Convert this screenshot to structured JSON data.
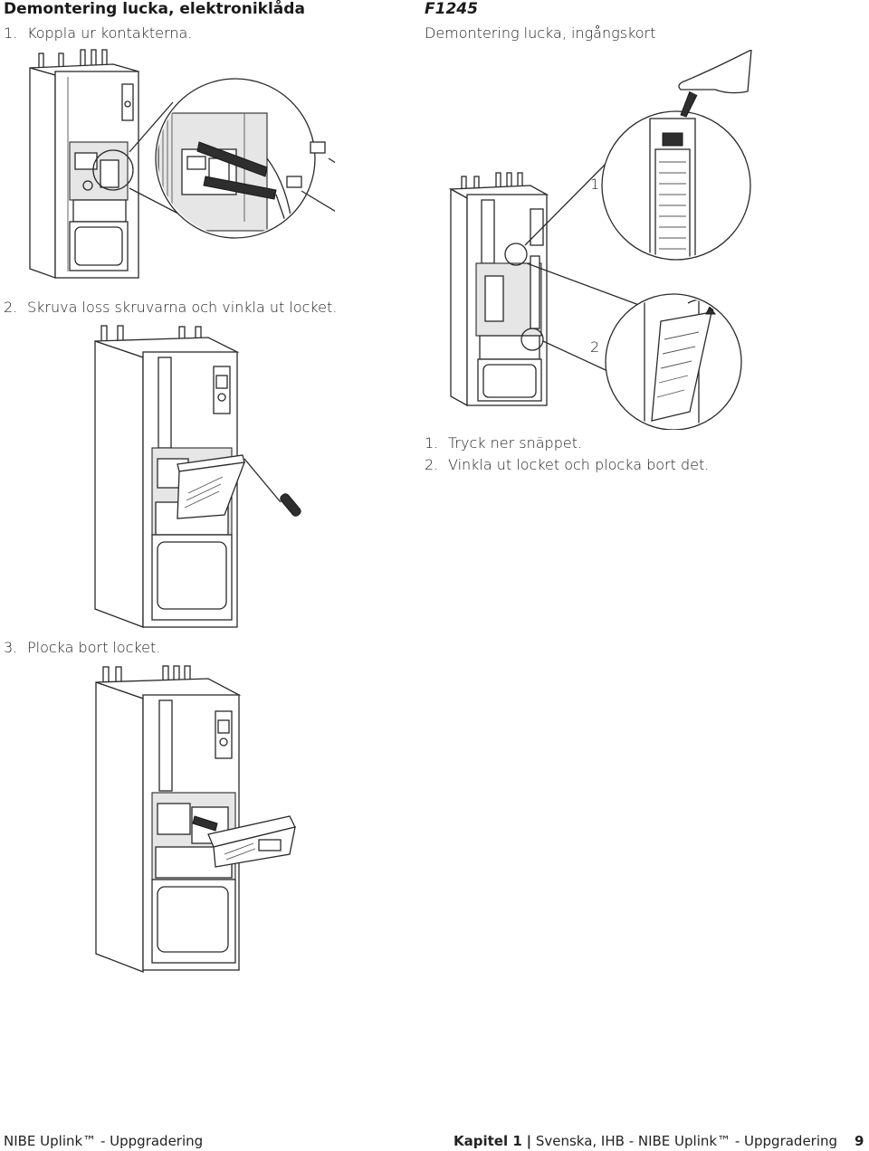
{
  "left": {
    "heading": "Demontering lucka, elektroniklåda",
    "steps": [
      {
        "num": "1.",
        "text": "Koppla ur kontakterna."
      },
      {
        "num": "2.",
        "text": "Skruva loss skruvarna och vinkla ut locket."
      },
      {
        "num": "3.",
        "text": "Plocka bort locket."
      }
    ]
  },
  "right": {
    "model": "F1245",
    "heading": "Demontering lucka, ingångskort",
    "callouts": [
      "1",
      "2"
    ],
    "steps": [
      {
        "num": "1.",
        "text": "Tryck ner snäppet."
      },
      {
        "num": "2.",
        "text": "Vinkla ut locket och plocka bort det."
      }
    ]
  },
  "footer": {
    "left": "NIBE Uplink™ - Uppgradering",
    "chapter": "Kapitel 1",
    "sep": "|",
    "right": "Svenska, IHB - NIBE Uplink™ - Uppgradering",
    "page": "9"
  },
  "icons": [
    "heat-pump-illustration",
    "magnifier-circle",
    "screwdriver-icon",
    "arrow-icon",
    "hand-icon"
  ]
}
